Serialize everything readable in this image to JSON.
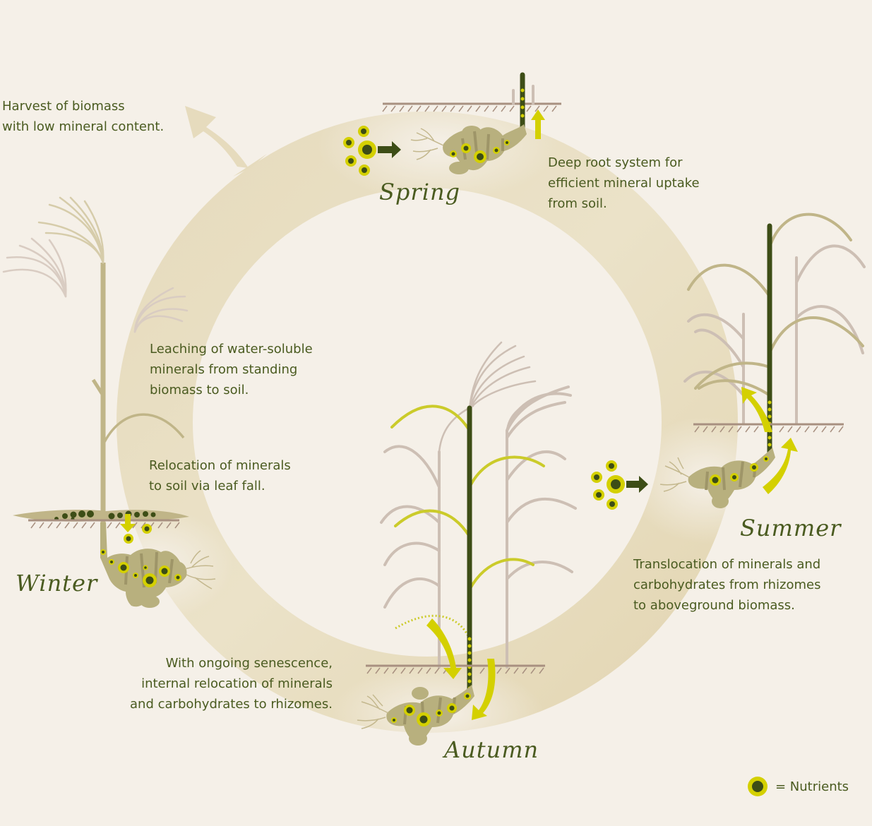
{
  "colors": {
    "background": "#f5f0e8",
    "cycle_ring": "#e8dcbf",
    "text": "#4a5b20",
    "season_text": "#4a5b20",
    "nutrient_outer": "#d4d000",
    "nutrient_inner": "#3d4d16",
    "rhizome": "#b8b07e",
    "rhizome_stripe": "#9e9568",
    "ground": "#a89080",
    "dry_stem": "#cdbfb4",
    "green_stem": "#3d4d16",
    "yellow_leaf": "#cbcb2a",
    "tan_leaf": "#c0b588",
    "arrow_yellow": "#d4d000",
    "arrow_dark": "#3d4d16"
  },
  "annotations": {
    "harvest": "Harvest of biomass\nwith low mineral content.",
    "spring": "Deep root system for\nefficient mineral uptake\nfrom soil.",
    "leaching": "Leaching of water-soluble\nminerals from standing\nbiomass to soil.",
    "leaf_fall": "Relocation of minerals\nto soil via leaf fall.",
    "summer": "Translocation of minerals and\ncarbohydrates from rhizomes\nto aboveground biomass.",
    "autumn": "With ongoing senescence,\ninternal relocation of minerals\nand carbohydrates to rhizomes."
  },
  "seasons": {
    "spring": "Spring",
    "summer": "Summer",
    "autumn": "Autumn",
    "winter": "Winter"
  },
  "legend": {
    "label": "= Nutrients",
    "icon": "nutrient-icon"
  }
}
